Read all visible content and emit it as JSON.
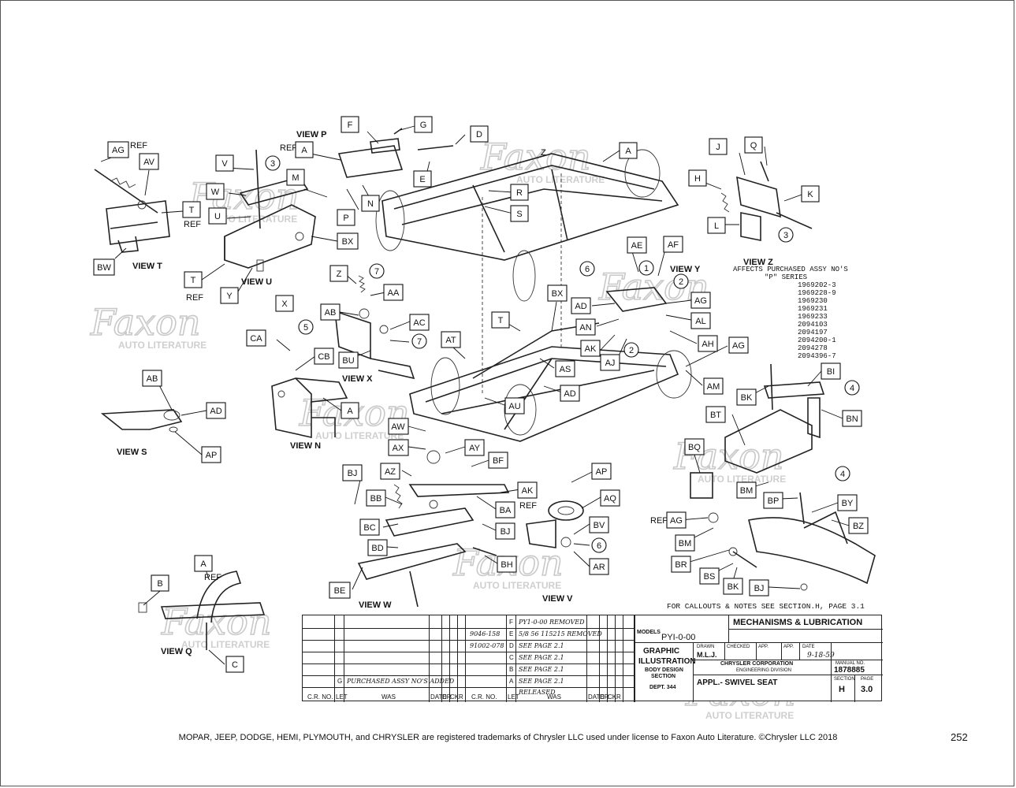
{
  "callout_labels": {
    "A1": "A",
    "A2": "A",
    "A3": "A",
    "A4": "A",
    "AB1": "AB",
    "AB2": "AB",
    "AC": "AC",
    "AD1": "AD",
    "AD2": "AD",
    "AD3": "AD",
    "AE": "AE",
    "AF": "AF",
    "AG1": "AG",
    "AG2": "AG",
    "AG3": "AG",
    "AG4": "AG",
    "AH": "AH",
    "AJ": "AJ",
    "AK1": "AK",
    "AK2": "AK",
    "AL": "AL",
    "AM": "AM",
    "AN": "AN",
    "AP1": "AP",
    "AP2": "AP",
    "AQ": "AQ",
    "AR": "AR",
    "AS": "AS",
    "AT": "AT",
    "AU": "AU",
    "AV": "AV",
    "AW": "AW",
    "AX": "AX",
    "AY": "AY",
    "AZ": "AZ",
    "AA": "AA",
    "B": "B",
    "BA": "BA",
    "BB": "BB",
    "BC": "BC",
    "BD": "BD",
    "BE": "BE",
    "BF": "BF",
    "BH": "BH",
    "BI": "BI",
    "BJ1": "BJ",
    "BJ2": "BJ",
    "BJ3": "BJ",
    "BK1": "BK",
    "BK2": "BK",
    "BM1": "BM",
    "BM2": "BM",
    "BN": "BN",
    "BP": "BP",
    "BQ": "BQ",
    "BR": "BR",
    "BS": "BS",
    "BT": "BT",
    "BU": "BU",
    "BV": "BV",
    "BW": "BW",
    "BX1": "BX",
    "BX2": "BX",
    "BY": "BY",
    "BZ": "BZ",
    "C": "C",
    "CA": "CA",
    "CB": "CB",
    "D": "D",
    "E": "E",
    "F": "F",
    "G": "G",
    "H": "H",
    "J": "J",
    "K": "K",
    "L": "L",
    "M": "M",
    "N": "N",
    "P": "P",
    "Q": "Q",
    "R": "R",
    "S": "S",
    "T1": "T",
    "T2": "T",
    "T3": "T",
    "U": "U",
    "V": "V",
    "W": "W",
    "X": "X",
    "Y": "Y",
    "Z": "Z",
    "n2a": "2",
    "n2b": "2",
    "n3a": "3",
    "n3b": "3",
    "n4a": "4",
    "n4b": "4",
    "n5": "5",
    "n6a": "6",
    "n6b": "6",
    "n7a": "7",
    "n7b": "7",
    "n1": "1"
  },
  "ref_text": "REF",
  "views": {
    "p": "VIEW P",
    "t": "VIEW T",
    "u": "VIEW U",
    "z": "VIEW Z",
    "y": "VIEW Y",
    "x": "VIEW X",
    "s": "VIEW S",
    "n": "VIEW N",
    "w": "VIEW W",
    "v": "VIEW V",
    "q": "VIEW Q"
  },
  "effects_note": {
    "line1": "AFFECTS PURCHASED ASSY NO'S",
    "line2": "\"P\" SERIES",
    "numbers": [
      "1969202-3",
      "1969228-9",
      "1969230",
      "1969231",
      "1969233",
      "2094103",
      "2094197",
      "2094200-1",
      "2094278",
      "2094396-7"
    ]
  },
  "callouts_note": "FOR CALLOUTS & NOTES SEE SECTION.H, PAGE 3.1",
  "title_block": {
    "section_title": "MECHANISMS & LUBRICATION",
    "models_label": "MODELS",
    "models_value": "PYI-0-00",
    "graphic": "GRAPHIC",
    "illustration": "ILLUSTRATION",
    "body_design": "BODY DESIGN",
    "section": "SECTION",
    "dept": "DEPT. 344",
    "drawn_label": "DRAWN",
    "drawn_value": "M.L.J.",
    "checked_label": "CHECKED",
    "app_label": "APP.",
    "date_label": "DATE",
    "date_value": "9-18-59",
    "company": "CHRYSLER CORPORATION",
    "division": "ENGINEERING DIVISION",
    "manual_label": "MANUAL NO.",
    "manual_value": "1878885",
    "appl": "APPL.- SWIVEL SEAT",
    "section_label": "SECTION",
    "section_value": "H",
    "page_label": "PAGE",
    "page_value": "3.0",
    "rev_rows": [
      {
        "cr": "9046-158",
        "let": "E",
        "was": "5/8 56 115215 REMOVED"
      },
      {
        "cr": "91002-078",
        "let": "D",
        "was": "SEE PAGE 2.1"
      },
      {
        "cr": "",
        "let": "C",
        "was": "SEE PAGE 2.1"
      },
      {
        "cr": "",
        "let": "B",
        "was": "SEE PAGE 2.1"
      },
      {
        "cr": "",
        "let": "A",
        "was": "SEE PAGE 2.1"
      }
    ],
    "rev_top": "PY1-0-00 REMOVED",
    "rev_released": "RELEASED",
    "rev_g_text": "PURCHASED ASSY NO'S ADDED",
    "rev_g_letter": "G",
    "rev_f_letter": "F",
    "col_headers": [
      "C.R. NO.",
      "LET",
      "WAS",
      "DATE",
      "DR",
      "CK",
      "R",
      "C.R. NO.",
      "LET",
      "WAS",
      "DATE",
      "DR",
      "CK",
      "R"
    ]
  },
  "watermark": "Faxon",
  "watermark_sub": "AUTO LITERATURE",
  "footer": "MOPAR, JEEP, DODGE, HEMI, PLYMOUTH, and CHRYSLER are registered trademarks of Chrysler LLC used under license to Faxon Auto Literature. ©Chrysler LLC 2018",
  "page_number": "252"
}
